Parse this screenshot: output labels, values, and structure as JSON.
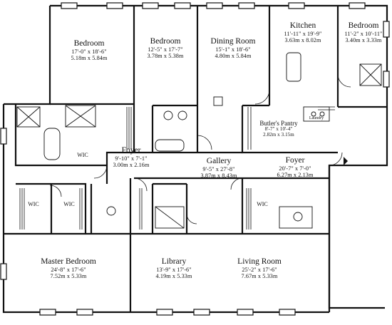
{
  "rooms": [
    {
      "id": "bedroom-1",
      "name": "Bedroom",
      "imperial": "17'-0\" x 18'-6\"",
      "metric": "5.18m x 5.84m"
    },
    {
      "id": "bedroom-2",
      "name": "Bedroom",
      "imperial": "12'-5\" x 17'-7\"",
      "metric": "3.78m x 5.38m"
    },
    {
      "id": "dining-room",
      "name": "Dining Room",
      "imperial": "15'-1\" x 18'-6\"",
      "metric": "4.80m x 5.84m"
    },
    {
      "id": "kitchen",
      "name": "Kitchen",
      "imperial": "11'-11\" x 19'-9\"",
      "metric": "3.63m x 8.02m"
    },
    {
      "id": "bedroom-3",
      "name": "Bedroom",
      "imperial": "11'-2\" x 10'-11\"",
      "metric": "3.40m x 3.33m"
    },
    {
      "id": "butlers-pantry",
      "name": "Butler's Pantry",
      "imperial": "8'-7\" x 10'-4\"",
      "metric": "2.82m x 3.15m"
    },
    {
      "id": "foyer-1",
      "name": "Foyer",
      "imperial": "9'-10\" x 7'-1\"",
      "metric": "3.00m x 2.16m"
    },
    {
      "id": "gallery",
      "name": "Gallery",
      "imperial": "9'-5\" x 27'-8\"",
      "metric": "3.87m x 8.43m"
    },
    {
      "id": "foyer-2",
      "name": "Foyer",
      "imperial": "20'-7\" x 7'-0\"",
      "metric": "6.27m x 2.13m"
    },
    {
      "id": "master-bedroom",
      "name": "Master Bedroom",
      "imperial": "24'-8\" x 17'-6\"",
      "metric": "7.52m x 5.33m"
    },
    {
      "id": "library",
      "name": "Library",
      "imperial": "13'-9\" x 17'-6\"",
      "metric": "4.19m x 5.33m"
    },
    {
      "id": "living-room",
      "name": "Living Room",
      "imperial": "25'-2\" x 17'-6\"",
      "metric": "7.67m x 5.33m"
    }
  ],
  "tags": {
    "wic_1": "WIC",
    "wic_2": "WIC",
    "wic_3": "WIC",
    "wic_4": "WIC",
    "laundry": "Laundry"
  }
}
